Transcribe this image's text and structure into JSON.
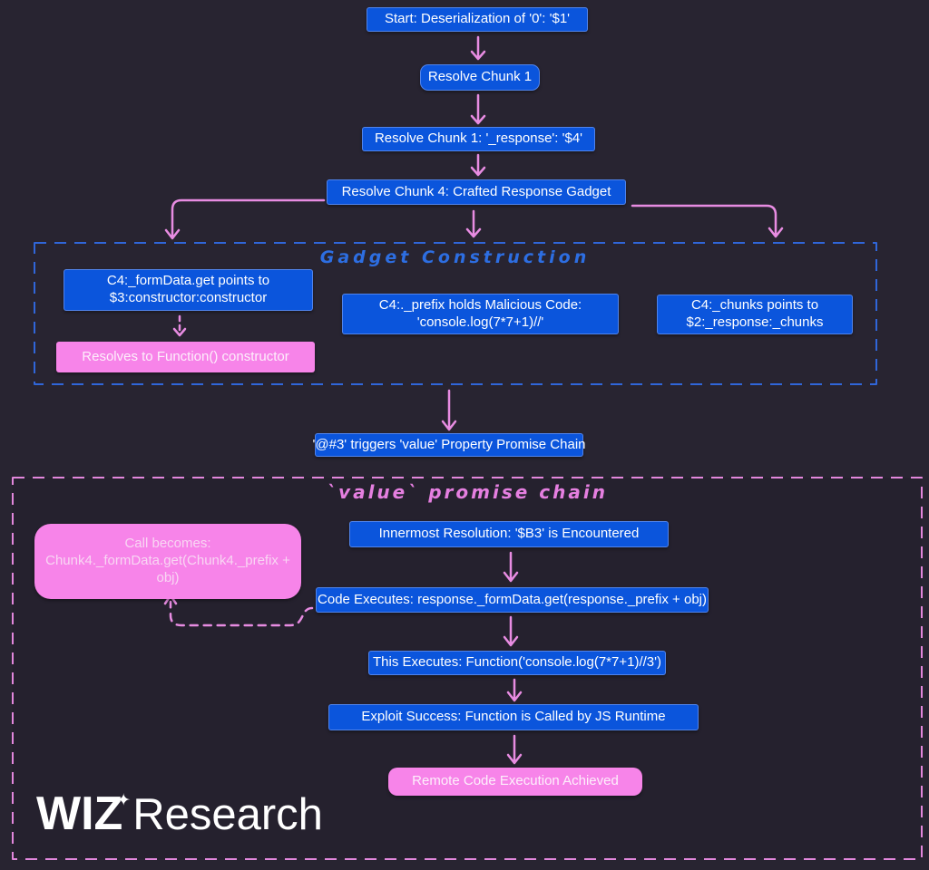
{
  "colors": {
    "background": "#282431",
    "box_blue": "#0b55dc",
    "box_pink": "#f784e9",
    "arrow_pink": "#e88ce2",
    "dashed_blue_frame": "#3066d9",
    "dashed_pink_frame": "#e287dc",
    "gadget_title_blue": "#2d6ee2",
    "promise_title_pink": "#e57fe0"
  },
  "flow": {
    "start": "Start: Deserialization of '0': '$1'",
    "resolve_chunk_1": "Resolve Chunk 1",
    "resolve_chunk_1_response": "Resolve Chunk 1: '_response': '$4'",
    "resolve_chunk_4": "Resolve Chunk 4: Crafted Response Gadget",
    "value_trigger": "'@#3' triggers 'value' Property Promise Chain"
  },
  "gadget_construction": {
    "title": "Gadget Construction",
    "formdata_box": "C4:_formData.get points to $3:constructor:constructor",
    "resolves_box": "Resolves to Function() constructor",
    "prefix_box": "C4:._prefix holds Malicious Code: 'console.log(7*7+1)//'",
    "chunks_box": "C4:_chunks points to $2:_response:_chunks"
  },
  "promise_chain": {
    "title": "`value` promise chain",
    "innermost": "Innermost Resolution: '$B3' is Encountered",
    "call_becomes": "Call becomes: Chunk4._formData.get(Chunk4._prefix + obj)",
    "code_executes": "Code Executes: response._formData.get(response._prefix + obj)",
    "this_executes": "This Executes: Function('console.log(7*7+1)//3')",
    "exploit_success": "Exploit Success: Function is Called by JS Runtime",
    "rce": "Remote Code Execution Achieved"
  },
  "branding": {
    "wiz": "WIZ",
    "research": "Research",
    "star_icon": "✦"
  }
}
